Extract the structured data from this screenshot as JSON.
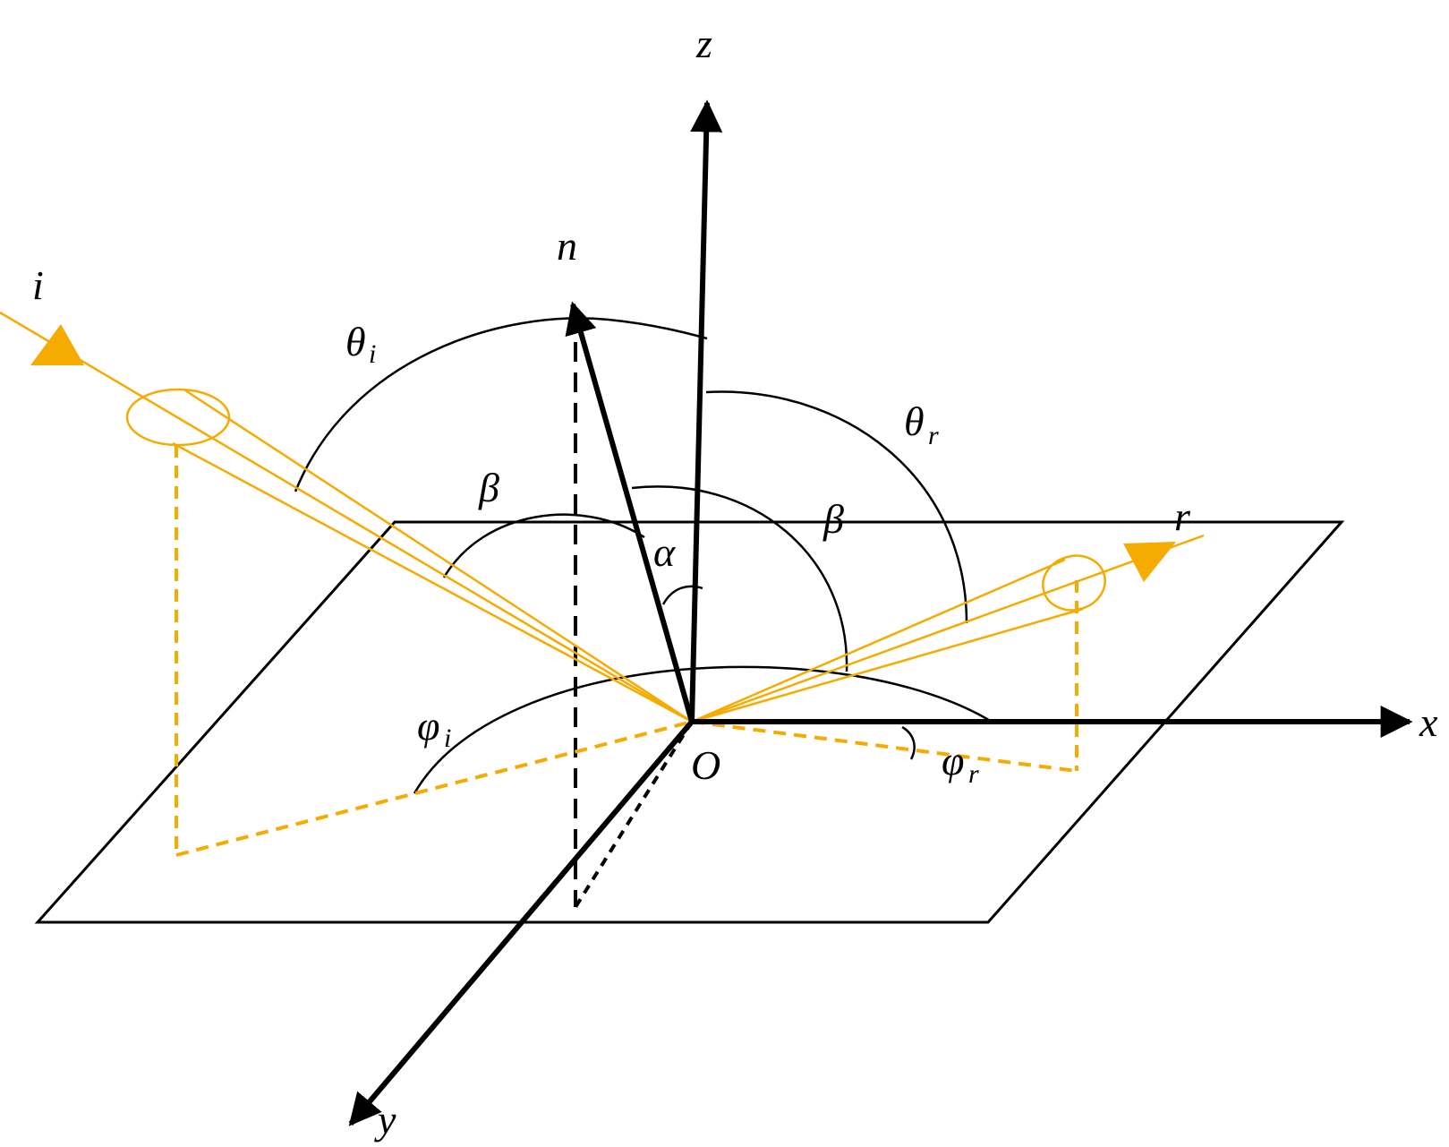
{
  "colors": {
    "ink": "#000000",
    "beam": "#f5ab00",
    "background": "#ffffff"
  },
  "labels": {
    "z": "z",
    "x": "x",
    "y": "y",
    "n": "n",
    "origin": "O",
    "incident": "i",
    "reflected": "r",
    "theta": "θ",
    "theta_i_sub": "i",
    "theta_r_sub": "r",
    "beta": "β",
    "alpha": "α",
    "phi": "φ",
    "phi_i_sub": "i",
    "phi_r_sub": "r"
  }
}
